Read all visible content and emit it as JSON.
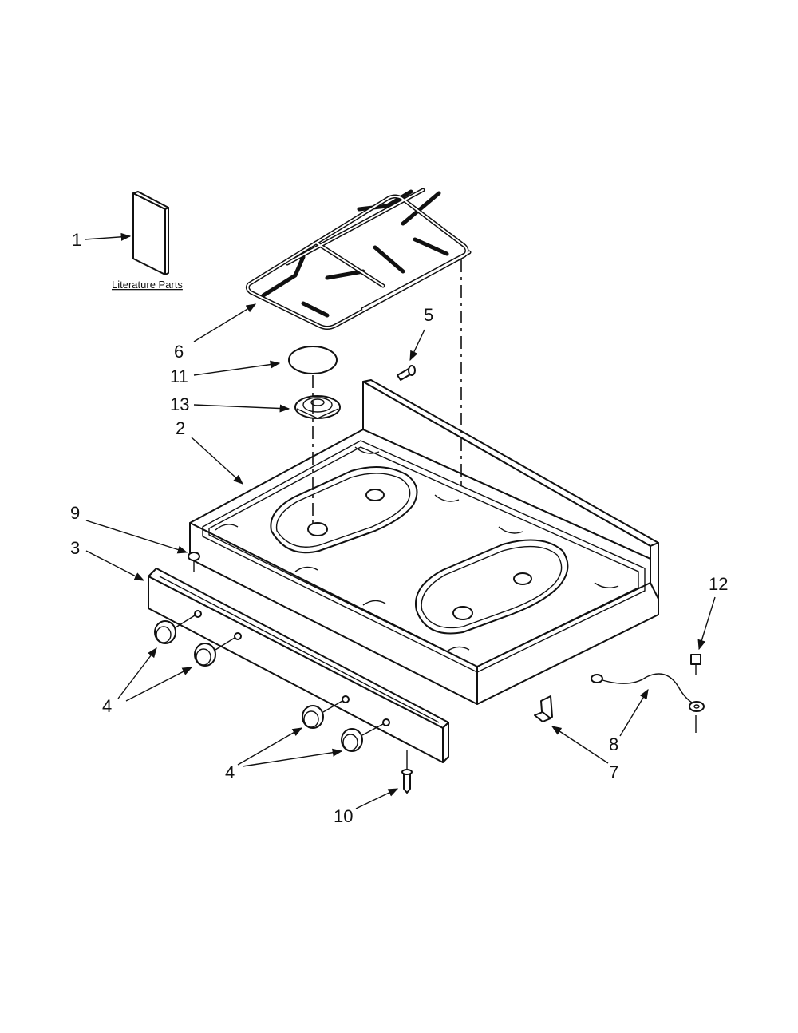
{
  "literature_label": "Literature Parts",
  "callouts": {
    "c1": "1",
    "c2": "2",
    "c3": "3",
    "c4a": "4",
    "c4b": "4",
    "c5": "5",
    "c6": "6",
    "c7": "7",
    "c8": "8",
    "c9": "9",
    "c10": "10",
    "c11": "11",
    "c12": "12",
    "c13": "13"
  }
}
